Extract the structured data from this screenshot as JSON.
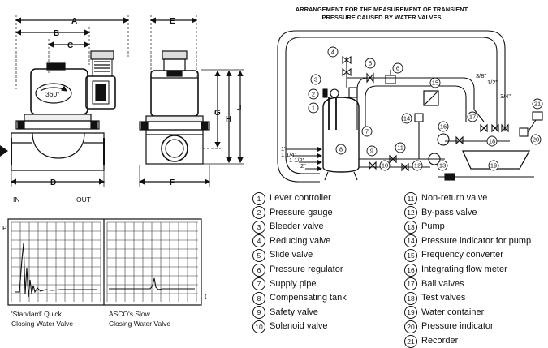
{
  "dimensions": {
    "a": "A",
    "b": "B",
    "c": "C",
    "d": "D",
    "e": "E",
    "f": "F",
    "g": "G",
    "h": "H",
    "j": "J",
    "rotation": "360°"
  },
  "ports": {
    "in": "IN",
    "out": "OUT"
  },
  "graphs": {
    "p_axis": "P",
    "t_axis": "t",
    "left_caption": [
      "'Standard' Quick",
      "Closing Water Valve"
    ],
    "right_caption": [
      "ASCO's Slow",
      "Closing Water Valve"
    ]
  },
  "arrangement": {
    "title": [
      "ARRANGEMENT FOR THE MEASUREMENT OF TRANSIENT",
      "PRESSURE CAUSED BY WATER VALVES"
    ],
    "pipe_sizes": {
      "s1": "1\"",
      "s2": "1 1/4\"",
      "s3": "1 1/2\"",
      "s4": "2\"",
      "t1": "3/8\"",
      "t2": "1/2\"",
      "t3": "3/4\""
    },
    "callouts": [
      "1",
      "2",
      "3",
      "4",
      "5",
      "6",
      "7",
      "8",
      "9",
      "10",
      "11",
      "12",
      "13",
      "14",
      "15",
      "16",
      "17",
      "18",
      "19",
      "20",
      "21"
    ]
  },
  "legend": {
    "left": [
      {
        "n": "1",
        "label": "Lever controller"
      },
      {
        "n": "2",
        "label": "Pressure gauge"
      },
      {
        "n": "3",
        "label": "Bleeder valve"
      },
      {
        "n": "4",
        "label": "Reducing valve"
      },
      {
        "n": "5",
        "label": "Slide valve"
      },
      {
        "n": "6",
        "label": "Pressure regulator"
      },
      {
        "n": "7",
        "label": "Supply pipe"
      },
      {
        "n": "8",
        "label": "Compensating tank"
      },
      {
        "n": "9",
        "label": "Safety valve"
      },
      {
        "n": "10",
        "label": "Solenoid valve"
      }
    ],
    "right": [
      {
        "n": "11",
        "label": "Non-return valve"
      },
      {
        "n": "12",
        "label": "By-pass valve"
      },
      {
        "n": "13",
        "label": "Pump"
      },
      {
        "n": "14",
        "label": "Pressure indicator for pump"
      },
      {
        "n": "15",
        "label": "Frequency converter"
      },
      {
        "n": "16",
        "label": "Integrating flow meter"
      },
      {
        "n": "17",
        "label": "Ball valves"
      },
      {
        "n": "18",
        "label": "Test valves"
      },
      {
        "n": "19",
        "label": "Water container"
      },
      {
        "n": "20",
        "label": "Pressure indicator"
      },
      {
        "n": "21",
        "label": "Recorder"
      }
    ]
  }
}
